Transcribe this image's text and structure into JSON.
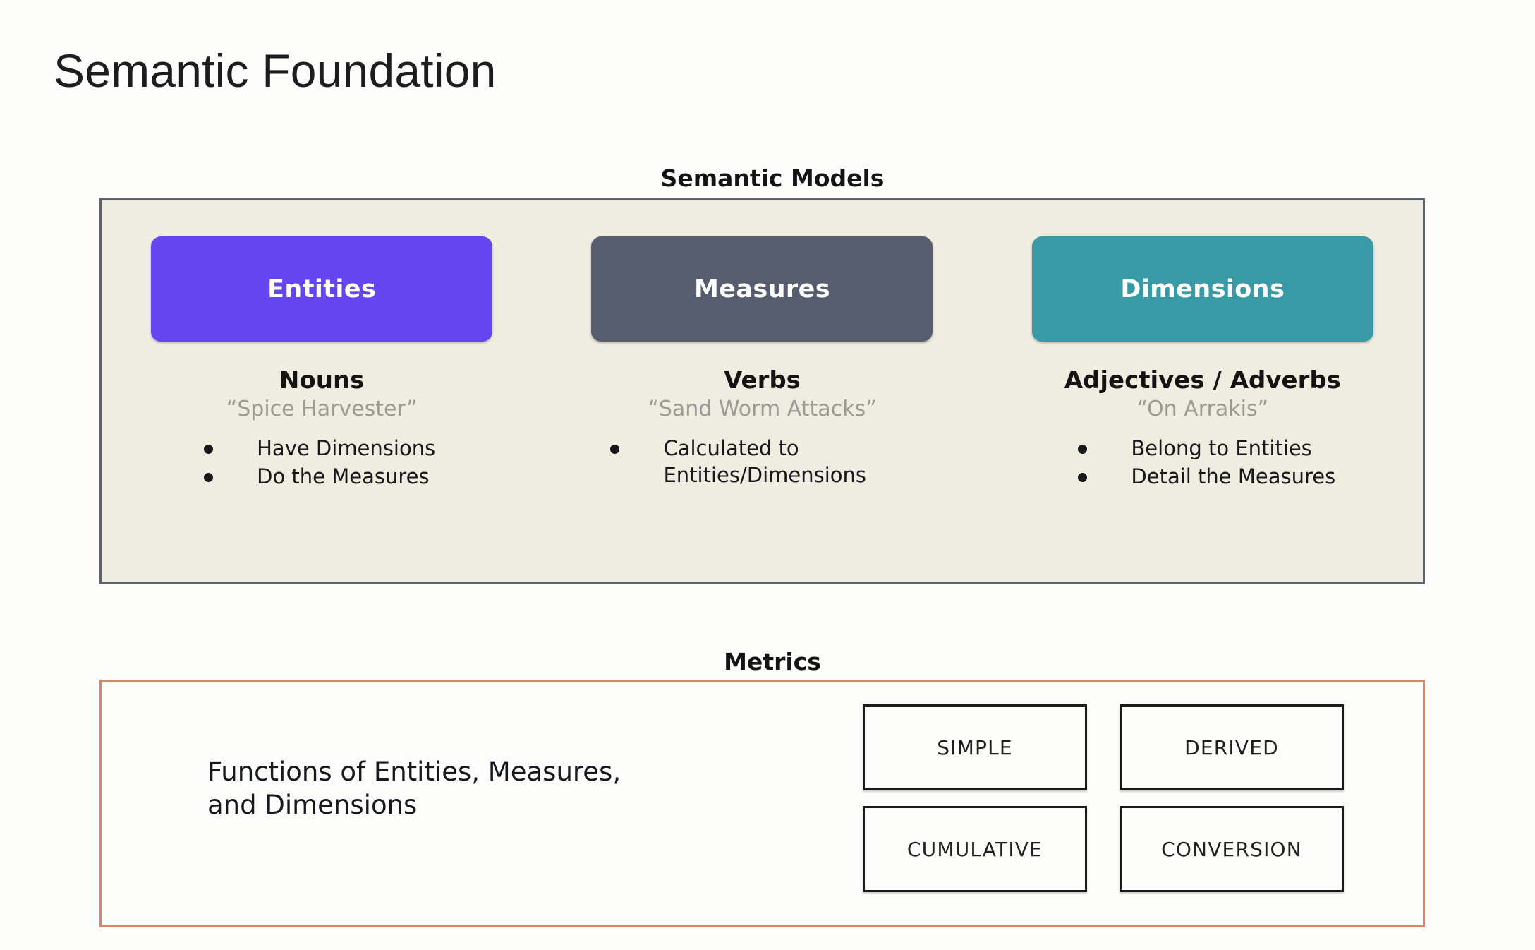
{
  "slide": {
    "title": "Semantic Foundation"
  },
  "semantic_models": {
    "heading": "Semantic Models",
    "columns": [
      {
        "pill_label": "Entities",
        "pill_color": "#6346ef",
        "part_of_speech": "Nouns",
        "example": "“Spice Harvester”",
        "bullets": [
          "Have Dimensions",
          "Do the Measures"
        ]
      },
      {
        "pill_label": "Measures",
        "pill_color": "#555d6f",
        "part_of_speech": "Verbs",
        "example": "“Sand Worm Attacks”",
        "bullets": [
          "Calculated to Entities/Dimensions"
        ]
      },
      {
        "pill_label": "Dimensions",
        "pill_color": "#389aa5",
        "part_of_speech": "Adjectives / Adverbs",
        "example": "“On Arrakis”",
        "bullets": [
          "Belong to Entities",
          "Detail the Measures"
        ]
      }
    ],
    "panel_background": "#efece0",
    "panel_border": "#5a6273"
  },
  "metrics": {
    "heading": "Metrics",
    "description": "Functions of Entities, Measures,\nand Dimensions",
    "panel_border": "#d9856a",
    "types": [
      "SIMPLE",
      "DERIVED",
      "CUMULATIVE",
      "CONVERSION"
    ]
  }
}
